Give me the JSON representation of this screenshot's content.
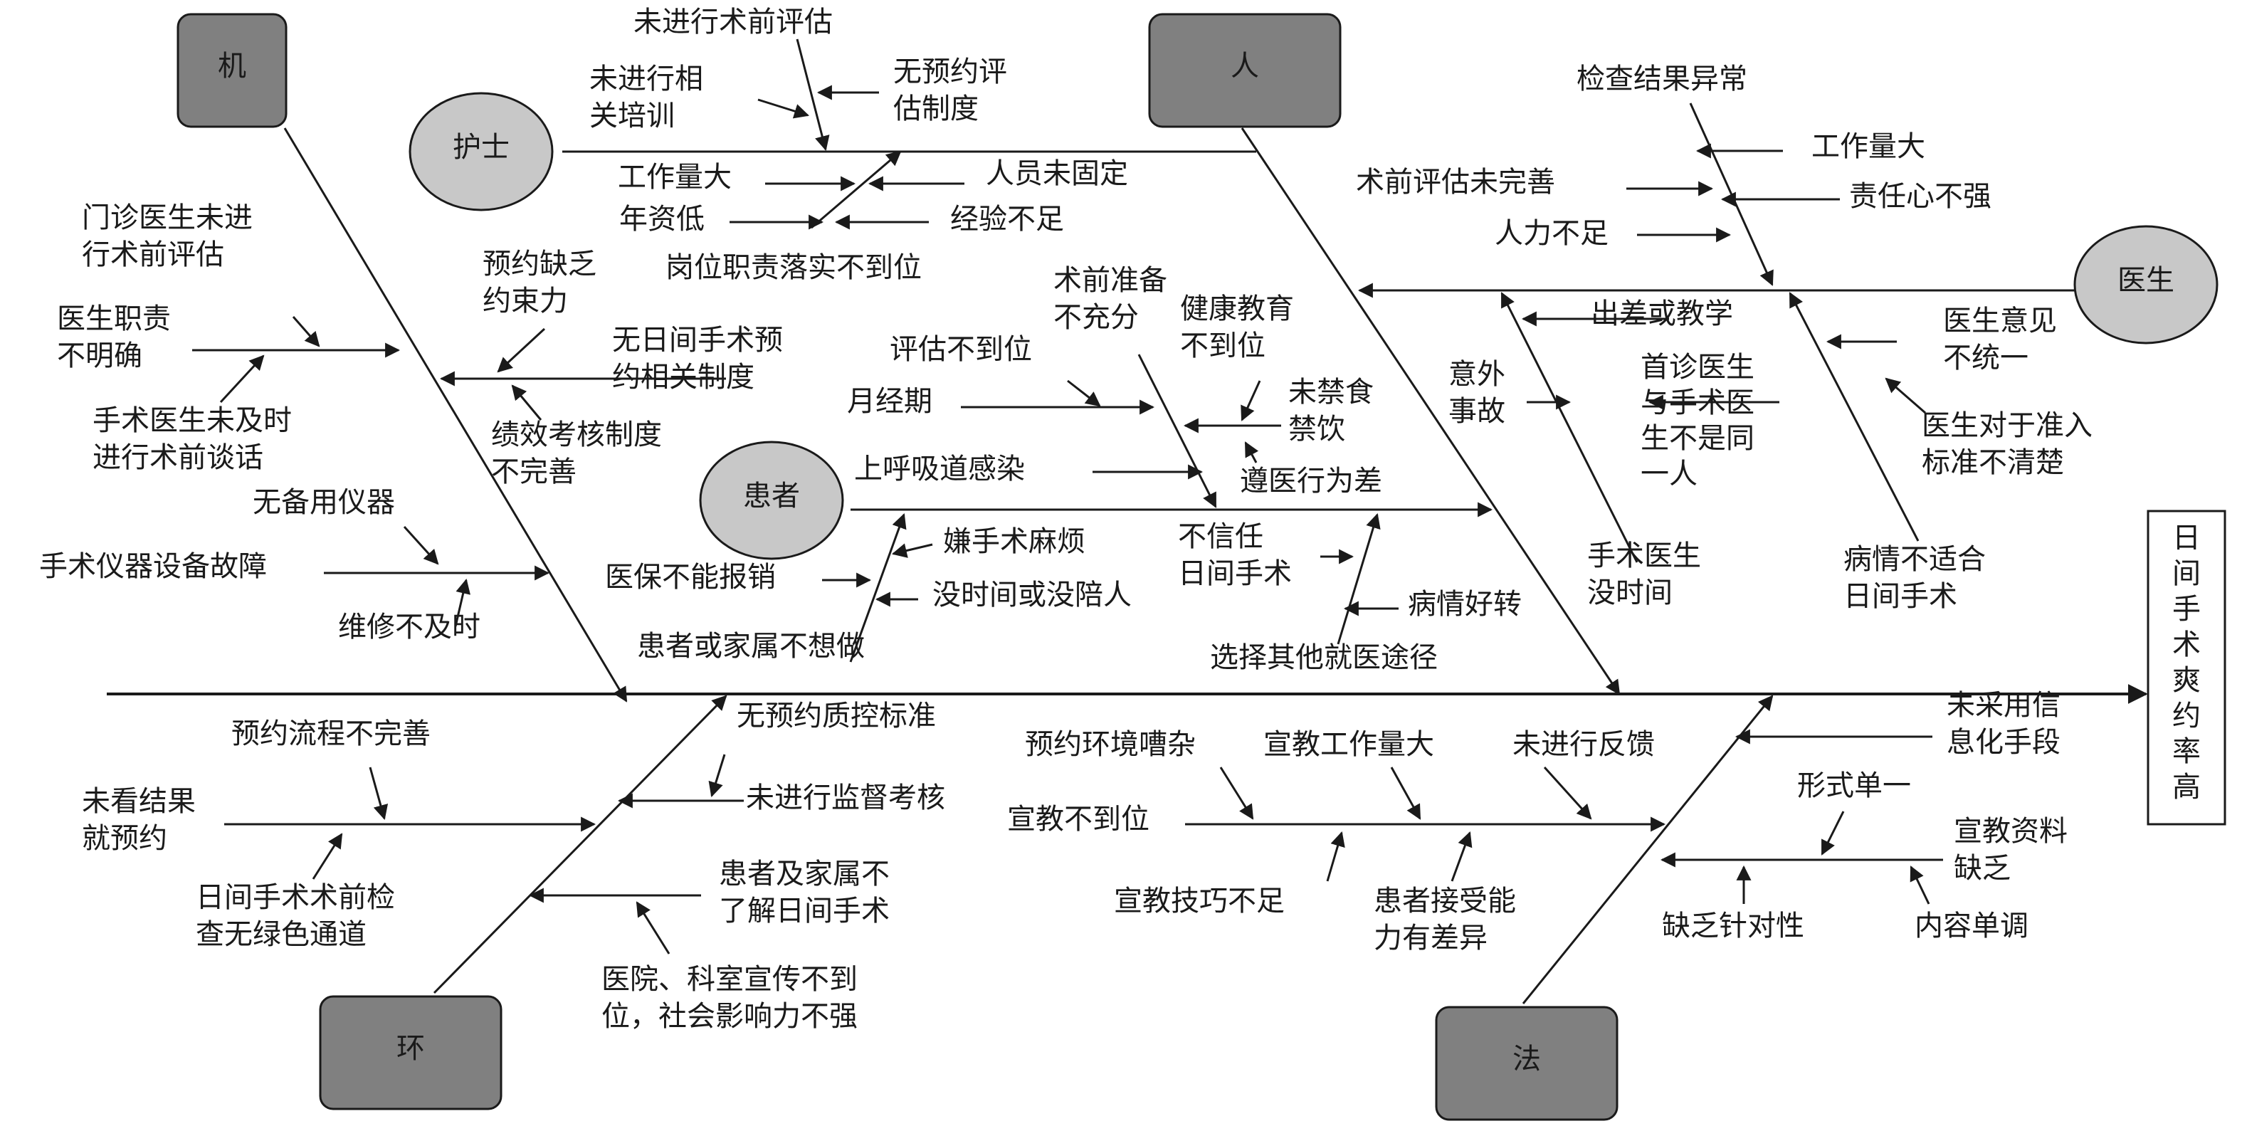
{
  "effect": "日间手术爽约率高",
  "categories": {
    "machine": "机",
    "people": "人",
    "environment": "环",
    "method": "法",
    "nurse": "护士",
    "doctor": "医生",
    "patient": "患者"
  },
  "causes": {
    "n_no_preop_eval": "未进行术前评估",
    "n_no_training": "未进行相关培训",
    "n_no_appt_system": "无预约评估制度",
    "n_heavy_workload": "工作量大",
    "n_staff_not_fixed": "人员未固定",
    "n_low_seniority": "年资低",
    "n_inexperienced": "经验不足",
    "n_duty_not_implemented": "岗位职责落实不到位",
    "m_outpatient_no_eval": "门诊医生未进行术前评估",
    "m_doctor_duty_unclear": "医生职责不明确",
    "m_no_timely_talk": "手术医生未及时进行术前谈话",
    "m_lack_constraint": "预约缺乏约束力",
    "m_no_daysurgery_system": "无日间手术预约相关制度",
    "m_perf_not_perfect": "绩效考核制度不完善",
    "m_no_spare_device": "无备用仪器",
    "m_device_failure": "手术仪器设备故障",
    "m_repair_delay": "维修不及时",
    "d_abnormal_results": "检查结果异常",
    "d_heavy_workload": "工作量大",
    "d_preop_incomplete": "术前评估未完善",
    "d_low_responsibility": "责任心不强",
    "d_understaffed": "人力不足",
    "d_business_trip": "出差或教学",
    "d_accident": "意外事故",
    "d_first_vs_surgeon": "首诊医生与手术医生不是同一人",
    "d_surgeon_no_time": "手术医生没时间",
    "d_opinions_differ": "医生意见不统一",
    "d_criteria_unclear": "医生对于准入标准不清楚",
    "d_not_suitable": "病情不适合日间手术",
    "p_prep_insufficient": "术前准备不充分",
    "p_eval_insufficient": "评估不到位",
    "p_health_edu": "健康教育不到位",
    "p_menstruation": "月经期",
    "p_no_fasting": "未禁食禁饮",
    "p_uri": "上呼吸道感染",
    "p_poor_compliance": "遵医行为差",
    "p_troublesome": "嫌手术麻烦",
    "p_insurance": "医保不能报销",
    "p_no_time": "没时间或没陪人",
    "p_unwilling": "患者或家属不想做",
    "p_distrust": "不信任日间手术",
    "p_improved": "病情好转",
    "p_other_path": "选择其他就医途径",
    "e_process_incomplete": "预约流程不完善",
    "e_no_qc_standard": "无预约质控标准",
    "e_no_supervision": "未进行监督考核",
    "e_booking_no_results": "未看结果就预约",
    "e_no_green_channel": "日间手术术前检查无绿色通道",
    "e_family_unaware": "患者及家属不了解日间手术",
    "e_publicity_weak": "医院、科室宣传不到位，社会影响力不强",
    "f_noisy_env": "预约环境嘈杂",
    "f_edu_workload": "宣教工作量大",
    "f_no_feedback": "未进行反馈",
    "f_no_it_means": "未采用信息化手段",
    "f_edu_insufficient": "宣教不到位",
    "f_single_form": "形式单一",
    "f_materials_lacking": "宣教资料缺乏",
    "f_skills_lacking": "宣教技巧不足",
    "f_acceptance_differs": "患者接受能力有差异",
    "f_not_targeted": "缺乏针对性",
    "f_monotonous": "内容单调"
  }
}
